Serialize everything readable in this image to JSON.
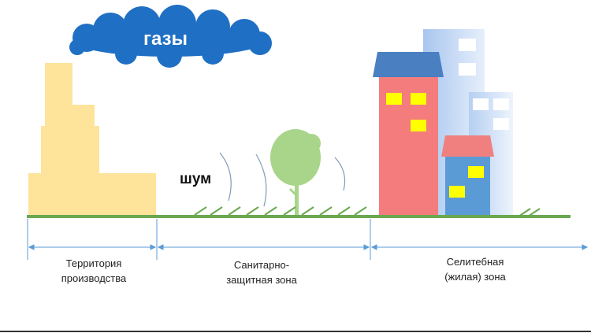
{
  "labels": {
    "gases": "газы",
    "noise": "шум",
    "zone_production": [
      "Территория",
      "производства"
    ],
    "zone_sanitary": [
      "Санитарно-",
      "защитная зона"
    ],
    "zone_residential": [
      "Селитебная",
      "(жилая) зона"
    ]
  },
  "colors": {
    "factory": "#fde49a",
    "cloud": "#1f6fc4",
    "ground": "#6aa84f",
    "tree_crown": "#a8d58a",
    "house_red": "#f47c7c",
    "roof_blue": "#4a7fc1",
    "roof_red": "#f08080",
    "house_blue": "#5b9bd5",
    "tower": "#c9dcf5",
    "window_yellow": "#ffff00",
    "window_white": "#ffffff",
    "dimension_line": "#5b9bd5"
  }
}
